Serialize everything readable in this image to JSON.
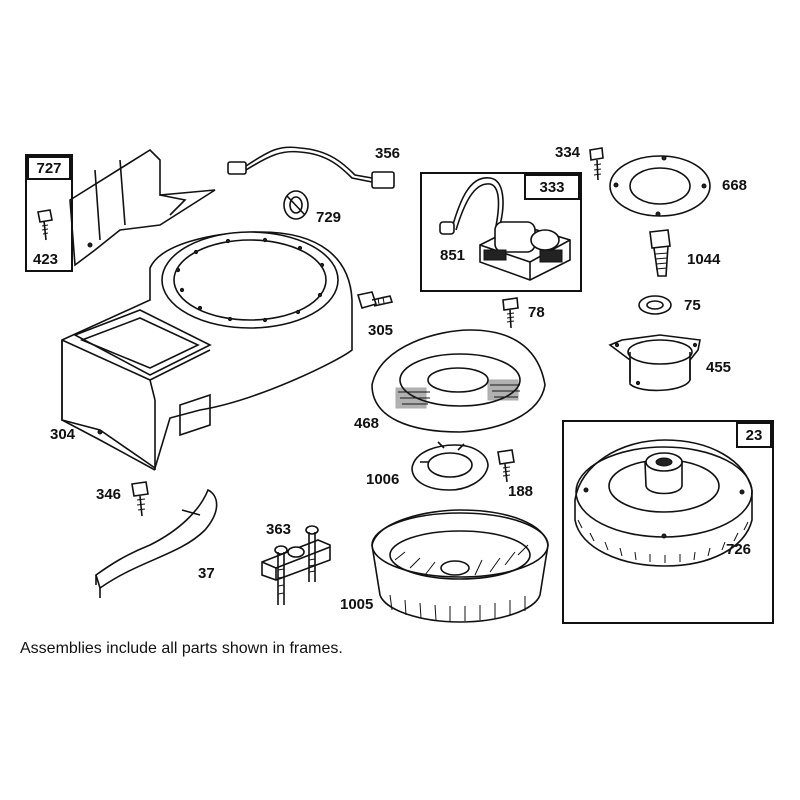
{
  "assembly_frames": [
    {
      "id": "frame-727",
      "number": "727"
    },
    {
      "id": "frame-333",
      "number": "333"
    },
    {
      "id": "frame-23",
      "number": "23"
    }
  ],
  "part_labels": {
    "p356": "356",
    "p334": "334",
    "p668": "668",
    "p729": "729",
    "p423": "423",
    "p851": "851",
    "p1044": "1044",
    "p305": "305",
    "p78": "78",
    "p75": "75",
    "p455": "455",
    "p304": "304",
    "p468": "468",
    "p1006": "1006",
    "p188": "188",
    "p346": "346",
    "p363": "363",
    "p37": "37",
    "p1005": "1005",
    "p726": "726"
  },
  "note": "Assemblies include all parts shown in frames.",
  "colors": {
    "line": "#111111",
    "background": "#ffffff"
  }
}
